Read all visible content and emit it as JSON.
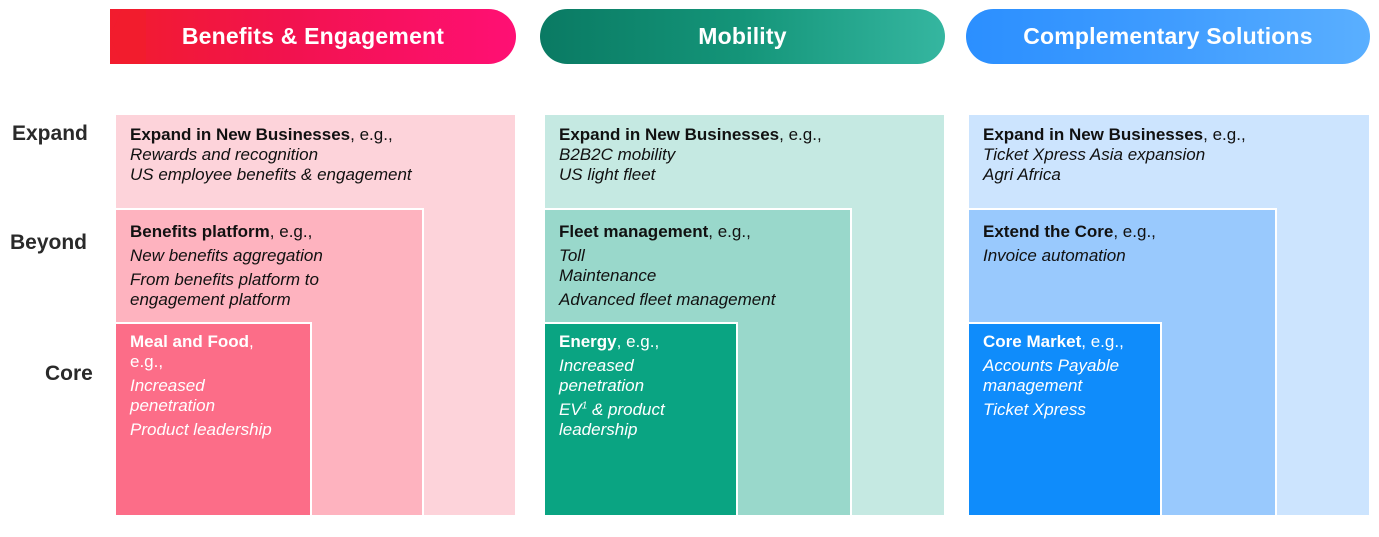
{
  "headers": {
    "benefits": "Benefits & Engagement",
    "mobility": "Mobility",
    "complementary": "Complementary Solutions"
  },
  "row_labels": {
    "expand": "Expand",
    "beyond": "Beyond",
    "core": "Core"
  },
  "colors": {
    "benefits_expand": "#fdd3da",
    "benefits_beyond": "#feb3bf",
    "benefits_core": "#fc6d88",
    "mobility_expand": "#c5e9e2",
    "mobility_beyond": "#99d8cb",
    "mobility_core": "#0aa482",
    "comp_expand": "#cce4fe",
    "comp_beyond": "#99c9fd",
    "comp_core": "#0f8cfb"
  },
  "benefits": {
    "expand": {
      "title": "Expand in New Businesses",
      "eg": ", e.g.,",
      "items": [
        "Rewards and recognition",
        "US employee benefits & engagement"
      ]
    },
    "beyond": {
      "title": "Benefits platform",
      "eg": ", e.g.,",
      "items": [
        "New benefits aggregation",
        "From benefits platform to engagement platform"
      ]
    },
    "core": {
      "title": "Meal and Food",
      "eg": ",",
      "eg2": "e.g.,",
      "items": [
        "Increased penetration",
        "Product leadership"
      ]
    }
  },
  "mobility": {
    "expand": {
      "title": "Expand in New Businesses",
      "eg": ", e.g.,",
      "items": [
        "B2B2C mobility",
        "US light fleet"
      ]
    },
    "beyond": {
      "title": "Fleet management",
      "eg": ", e.g.,",
      "items": [
        "Toll",
        "Maintenance",
        "Advanced fleet management"
      ]
    },
    "core": {
      "title": "Energy",
      "eg": ", e.g.,",
      "items": [
        "Increased penetration",
        "EV",
        "1",
        " & product leadership"
      ]
    }
  },
  "complementary": {
    "expand": {
      "title": "Expand in New Businesses",
      "eg": ", e.g.,",
      "items": [
        "Ticket Xpress Asia expansion",
        "Agri Africa"
      ]
    },
    "beyond": {
      "title": "Extend the Core",
      "eg": ", e.g.,",
      "items": [
        "Invoice automation"
      ]
    },
    "core": {
      "title": "Core Market",
      "eg": ", e.g.,",
      "items": [
        "Accounts Payable management",
        "Ticket Xpress"
      ]
    }
  }
}
